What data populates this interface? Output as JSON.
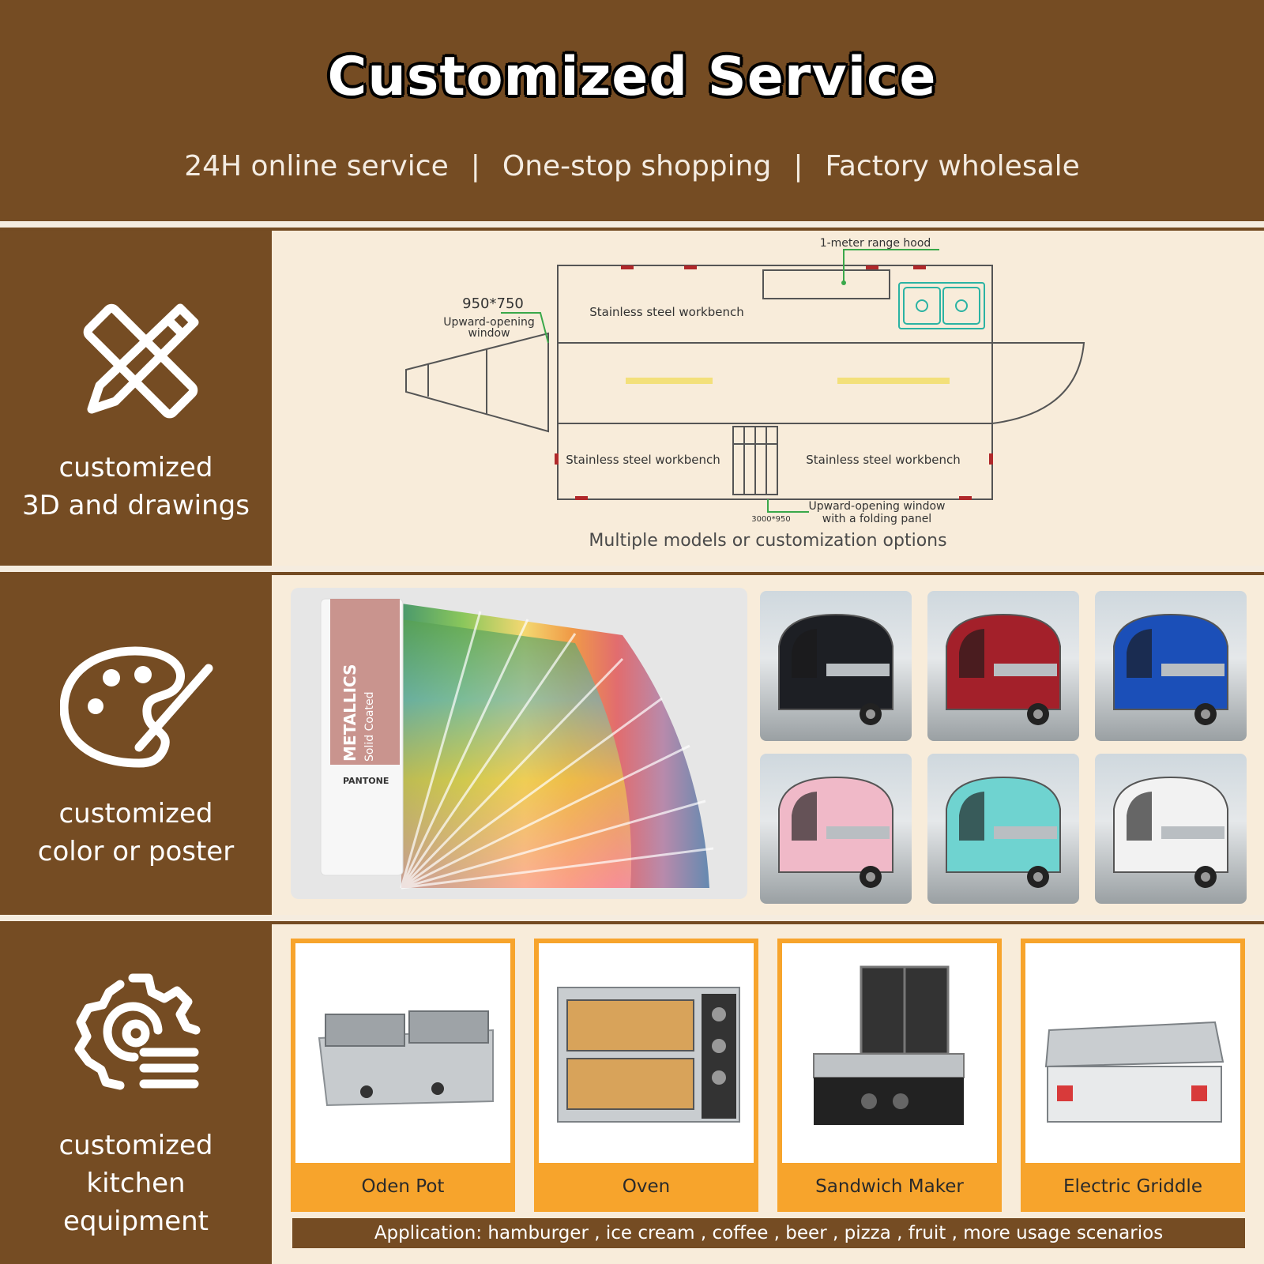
{
  "header": {
    "title": "Customized Service",
    "subtitle_items": [
      "24H online service",
      "One-stop shopping",
      "Factory wholesale"
    ],
    "separator": "|"
  },
  "rows": [
    {
      "icon": "ruler-pencil-icon",
      "label_lines": [
        "customized",
        "3D and drawings"
      ]
    },
    {
      "icon": "palette-brush-icon",
      "label_lines": [
        "customized",
        "color or poster"
      ]
    },
    {
      "icon": "gear-settings-icon",
      "label_lines": [
        "customized",
        "kitchen",
        "equipment"
      ]
    }
  ],
  "drawing": {
    "labels": {
      "hood": "1-meter range hood",
      "window_size": "950*750",
      "window_top1": "Upward-opening",
      "window_top2": "window",
      "bench_top": "Stainless steel workbench",
      "bench_bottom_left": "Stainless steel workbench",
      "bench_bottom_right": "Stainless steel workbench",
      "folding1": "Upward-opening window",
      "folding2": "with a folding panel",
      "folding_size": "3000*950"
    },
    "caption": "Multiple models or customization options"
  },
  "swatch": {
    "brand": "PANTONE",
    "title": "METALLICS",
    "subtitle": "Solid Coated"
  },
  "trucks": [
    {
      "color": "#1d1f24"
    },
    {
      "color": "#a3202a"
    },
    {
      "color": "#1b4fb8"
    },
    {
      "color": "#f0b9c8"
    },
    {
      "color": "#6fd3d0"
    },
    {
      "color": "#f2f2f2"
    }
  ],
  "equipment": [
    {
      "name": "Oden Pot"
    },
    {
      "name": "Oven"
    },
    {
      "name": "Sandwich Maker"
    },
    {
      "name": "Electric Griddle"
    }
  ],
  "application": "Application:  hamburger , ice cream , coffee , beer , pizza , fruit , more usage scenarios",
  "colors": {
    "brown": "#754c23",
    "cream": "#f8ecda",
    "orange": "#f7a42c"
  }
}
